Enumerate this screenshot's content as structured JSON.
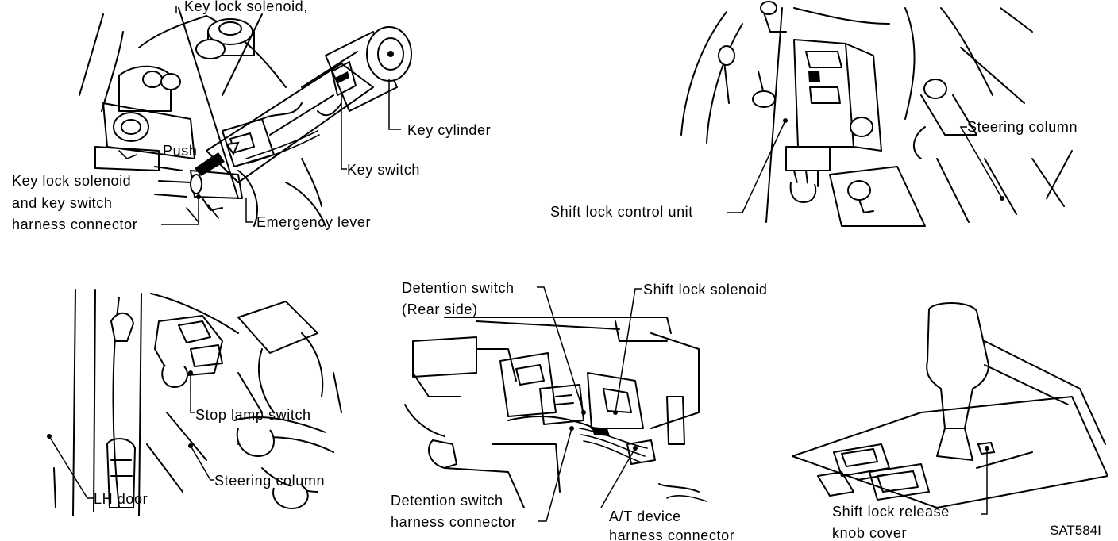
{
  "diagram_code": "SAT584I",
  "panels": {
    "key_lock": {
      "labels": {
        "key_lock_solenoid_top": "Key lock solenoid,",
        "key_cylinder": "Key cylinder",
        "push": "Push",
        "key_switch": "Key switch",
        "harness_line1": "Key lock solenoid",
        "harness_line2": "and key switch",
        "harness_line3": "harness connector",
        "emergency_lever": "Emergency lever"
      }
    },
    "shift_lock_unit": {
      "labels": {
        "steering_column": "Steering column",
        "shift_lock_control_unit": "Shift lock control unit"
      }
    },
    "stop_lamp": {
      "labels": {
        "stop_lamp_switch": "Stop lamp switch",
        "steering_column": "Steering column",
        "lh_door": "LH door"
      }
    },
    "detention": {
      "labels": {
        "detention_switch_line1": "Detention switch",
        "detention_switch_line2": "(Rear side)",
        "shift_lock_solenoid": "Shift lock solenoid",
        "harness_line1": "Detention switch",
        "harness_line2": "harness connector",
        "at_line1": "A/T device",
        "at_line2": "harness connector"
      }
    },
    "release_knob": {
      "labels": {
        "line1": "Shift lock release",
        "line2": "knob cover"
      }
    }
  }
}
